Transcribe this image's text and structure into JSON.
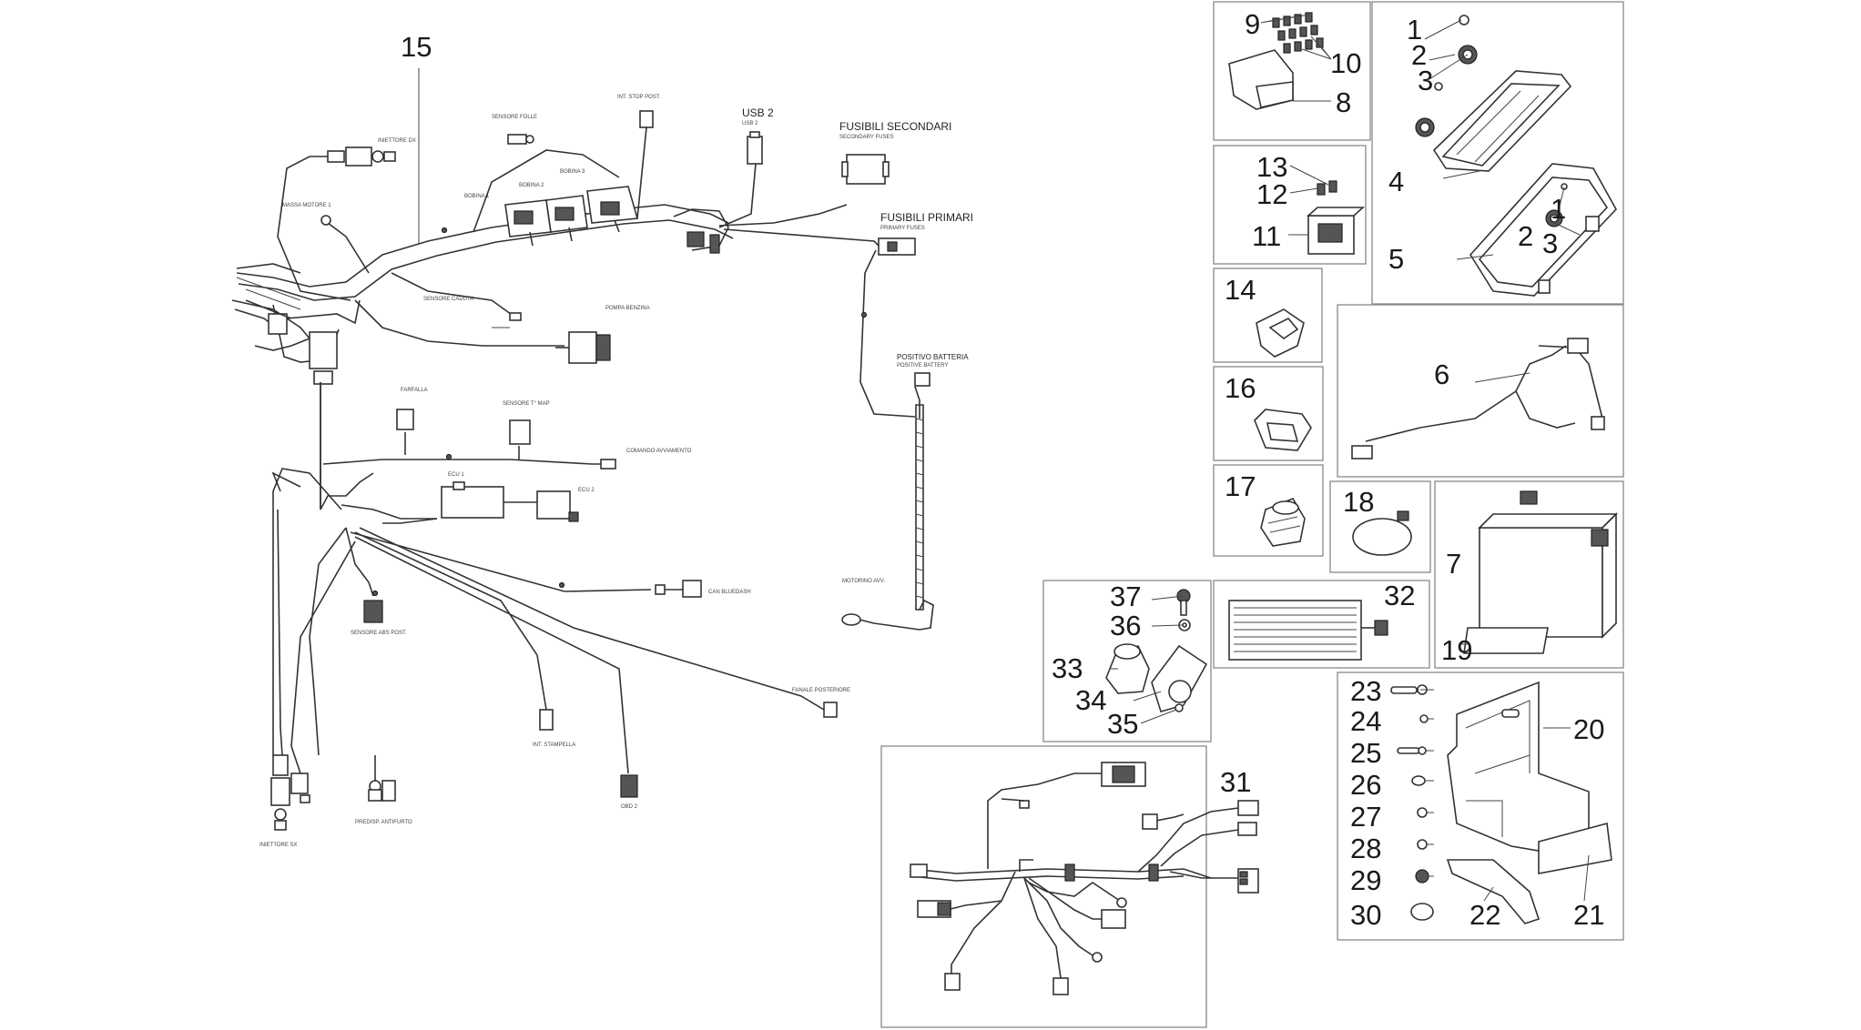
{
  "callouts": {
    "c1": "1",
    "c2": "2",
    "c3": "3",
    "c4": "4",
    "c5": "5",
    "c6": "6",
    "c7": "7",
    "c8": "8",
    "c9": "9",
    "c10": "10",
    "c11": "11",
    "c12": "12",
    "c13": "13",
    "c14": "14",
    "c15": "15",
    "c16": "16",
    "c17": "17",
    "c18": "18",
    "c19": "19",
    "c20": "20",
    "c21": "21",
    "c22": "22",
    "c23": "23",
    "c24": "24",
    "c25": "25",
    "c26": "26",
    "c27": "27",
    "c28": "28",
    "c29": "29",
    "c30": "30",
    "c31": "31",
    "c32": "32",
    "c33": "33",
    "c34": "34",
    "c35": "35",
    "c36": "36",
    "c37": "37"
  },
  "harness_labels": {
    "usb": "USB 2",
    "usb_sub": "USB 2",
    "fusibili_secondari": "FUSIBILI SECONDARI",
    "fusibili_secondari_sub": "SECONDARY FUSES",
    "fusibili_primari": "FUSIBILI PRIMARI",
    "fusibili_primari_sub": "PRIMARY FUSES",
    "positivo_batteria": "POSITIVO BATTERIA",
    "positivo_batteria_sub": "POSITIVE BATTERY",
    "iniettore_dx": "INIETTORE DX",
    "massa_motore": "MASSA MOTORE 1",
    "sensore_folle": "SENSORE FOLLE",
    "int_stop_post": "INT. STOP POST.",
    "sensore_caduta": "SENSORE CADUTA",
    "pompa_benzina": "POMPA BENZINA",
    "farfalla": "FARFALLA",
    "sensore_map": "SENSORE T° MAP",
    "comando_avviamento": "COMANDO AVVIAMENTO",
    "ecu1": "ECU 1",
    "ecu2": "ECU 2",
    "can_bluedash": "CAN BLUEDASH",
    "sensore_abs_post": "SENSORE ABS POST.",
    "fanale_posteriore": "FANALE POSTERIORE",
    "int_stampella": "INT. STAMPELLA",
    "obd": "OBD 2",
    "predisp_antifurto": "PREDISP. ANTIFURTO",
    "iniettore_sx": "INIETTORE SX",
    "motorino_avv": "MOTORINO AVV.",
    "bobina1": "BOBINA 1",
    "bobina2": "BOBINA 2",
    "bobina3": "BOBINA 3"
  }
}
